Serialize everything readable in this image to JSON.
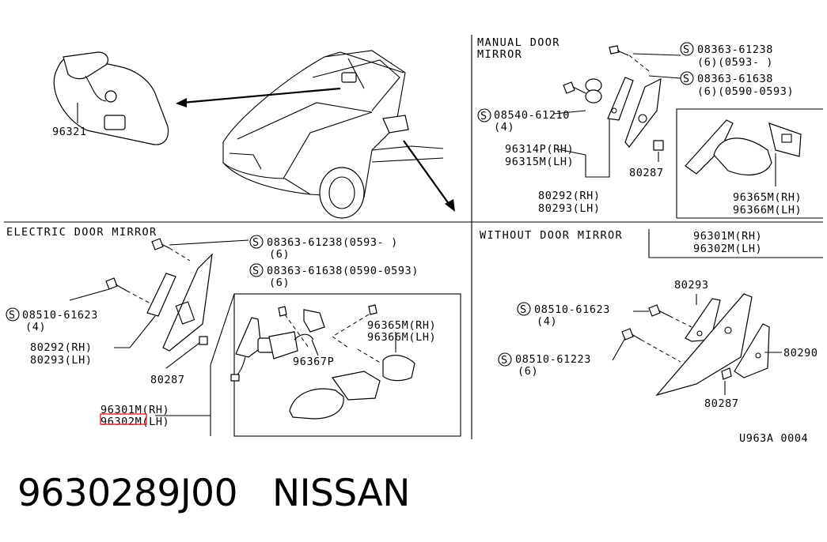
{
  "sections": {
    "manual": "MANUAL DOOR\nMIRROR",
    "electric": "ELECTRIC DOOR MIRROR",
    "without": "WITHOUT DOOR MIRROR"
  },
  "labels": {
    "inner_mirror": "96321",
    "m_bolt1": "08363-61238",
    "m_bolt1_sub": "(6)(0593-    )",
    "m_bolt2": "08363-61638",
    "m_bolt2_sub": "(6)(0590-0593)",
    "m_screw": "08540-61210",
    "m_screw_sub": "(4)",
    "m_cover_rh": "96314P(RH)",
    "m_cover_lh": "96315M(LH)",
    "m_nut": "80287",
    "m_bracket_rh": "80292(RH)",
    "m_bracket_lh": "80293(LH)",
    "m_glass_rh": "96365M(RH)",
    "m_glass_lh": "96366M(LH)",
    "m_mirror_rh": "96301M(RH)",
    "m_mirror_lh": "96302M(LH)",
    "e_bolt1": "08363-61238(0593-    )",
    "e_bolt1_sub": "(6)",
    "e_bolt2": "08363-61638(0590-0593)",
    "e_bolt2_sub": "(6)",
    "e_screw": "08510-61623",
    "e_screw_sub": "(4)",
    "e_bracket_rh": "80292(RH)",
    "e_bracket_lh": "80293(LH)",
    "e_nut": "80287",
    "e_glass_rh": "96365M(RH)",
    "e_glass_lh": "96366M(LH)",
    "e_actuator": "96367P",
    "e_mirror_rh": "96301M(RH)",
    "e_mirror_lh": "96302M(LH)",
    "w_bracket": "80293",
    "w_screw1": "08510-61623",
    "w_screw1_sub": "(4)",
    "w_screw2": "08510-61223",
    "w_screw2_sub": "(6)",
    "w_cover": "80290",
    "w_nut": "80287",
    "diagram_code": "U963A 0004"
  },
  "footer": {
    "part_number": "9630289J00",
    "brand": "NISSAN"
  },
  "colors": {
    "highlight": "#e8303a",
    "ink": "#000000"
  },
  "icons": {
    "s_symbol": "circled-S"
  }
}
